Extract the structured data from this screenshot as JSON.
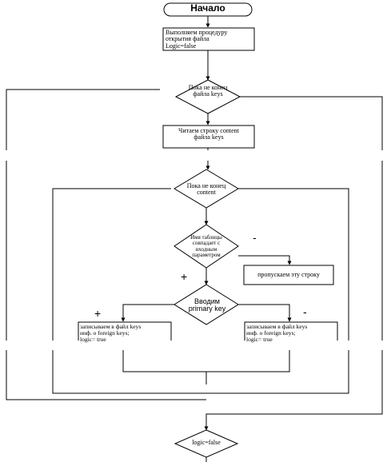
{
  "flowchart": {
    "start_label": "Начало",
    "open_file_lines": [
      "Выполняем процедуру",
      "открытия файла",
      "Logic=false"
    ],
    "loop_keys_lines": [
      "Пока не конец",
      "файла keys"
    ],
    "read_line_lines": [
      "Читаем строку content",
      "файла  keys"
    ],
    "loop_content_lines": [
      "Пока не конец",
      "content"
    ],
    "table_name_lines": [
      "Имя таблицы",
      "совпадает с",
      "входным",
      "параметром"
    ],
    "skip_row": "пропускаем эту  строку",
    "primary_key_lines": [
      "Вводим",
      "primary key"
    ],
    "write_left_lines": [
      "записываем в файл keys",
      "инф. о foreign keys;",
      "logic= true"
    ],
    "write_right_lines": [
      "записываем в файл keys",
      "инф. о foreign keys;",
      "logic= true"
    ],
    "end_check": "logic=false",
    "marks": {
      "table_no": "-",
      "table_yes": "+",
      "pk_yes": "+",
      "pk_no": "-"
    }
  }
}
